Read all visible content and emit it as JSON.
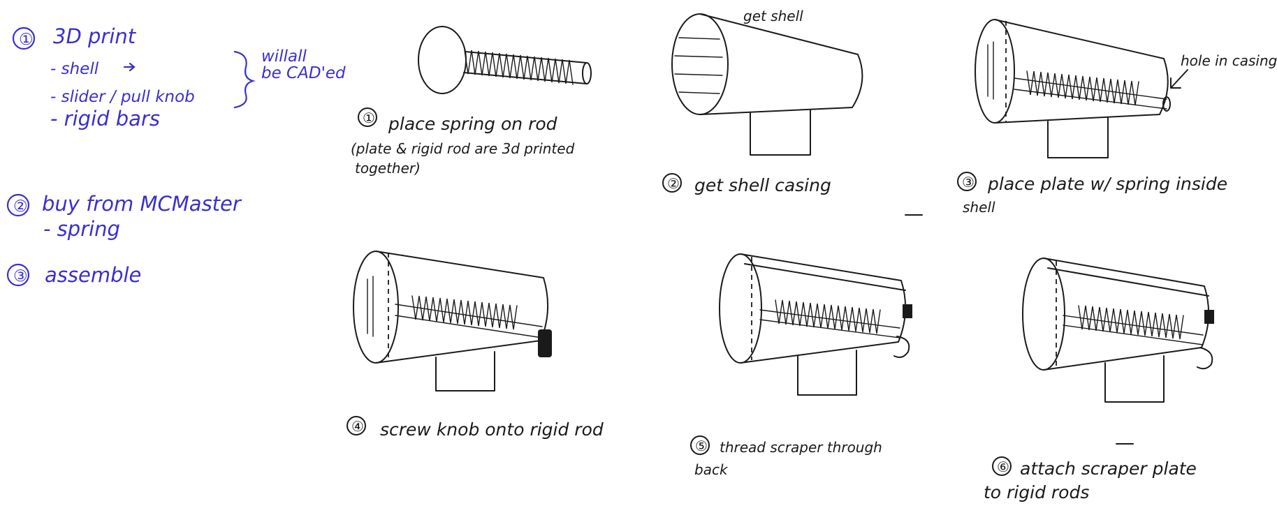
{
  "colors": {
    "ink": "#1a1a1a",
    "notes": "#3a2fd0",
    "paper": "#ffffff"
  },
  "notes": {
    "step1_num": "①",
    "step1_title": "3D print",
    "item_shell": "- shell",
    "item_slider": "- slider / pull knob",
    "item_bars": "- rigid bars",
    "brace_line1": "willall",
    "brace_line2": "be CAD'ed",
    "step2_num": "②",
    "step2_title": "buy from MCMaster",
    "step2_item": "- spring",
    "step3_num": "③",
    "step3_title": "assemble"
  },
  "steps": [
    {
      "num": "①",
      "lines": [
        "place spring on rod",
        "(plate & rigid rod are 3d printed",
        "together)"
      ]
    },
    {
      "num": "②",
      "lines": [
        "get shell casing"
      ],
      "label": "get shell"
    },
    {
      "num": "③",
      "lines": [
        "place plate w/ spring inside",
        "shell"
      ],
      "label": "hole in casing"
    },
    {
      "num": "④",
      "lines": [
        "screw knob onto rigid rod"
      ]
    },
    {
      "num": "⑤",
      "lines": [
        "thread scraper through",
        "back"
      ]
    },
    {
      "num": "⑥",
      "lines": [
        "attach scraper plate",
        "to rigid rods"
      ]
    }
  ]
}
